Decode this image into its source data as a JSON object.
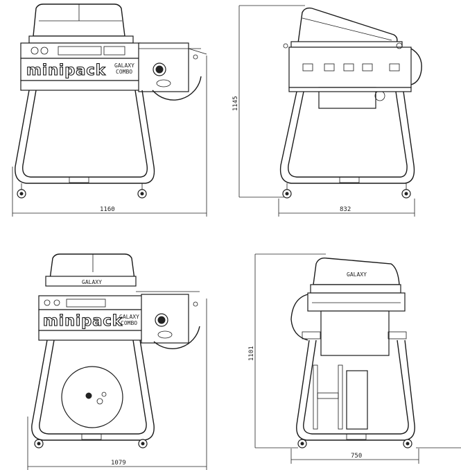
{
  "brand": "minipack",
  "model_badge": "GALAXY",
  "model_badge_sub": "COMBO",
  "lid_label": "GALAXY",
  "views": {
    "front_top": {
      "width_label": "1160"
    },
    "side_top": {
      "height_label": "1145",
      "depth_label": "832"
    },
    "front_bottom": {
      "width_label": "1079"
    },
    "side_bottom": {
      "height_label": "1101",
      "depth_label": "750"
    }
  }
}
